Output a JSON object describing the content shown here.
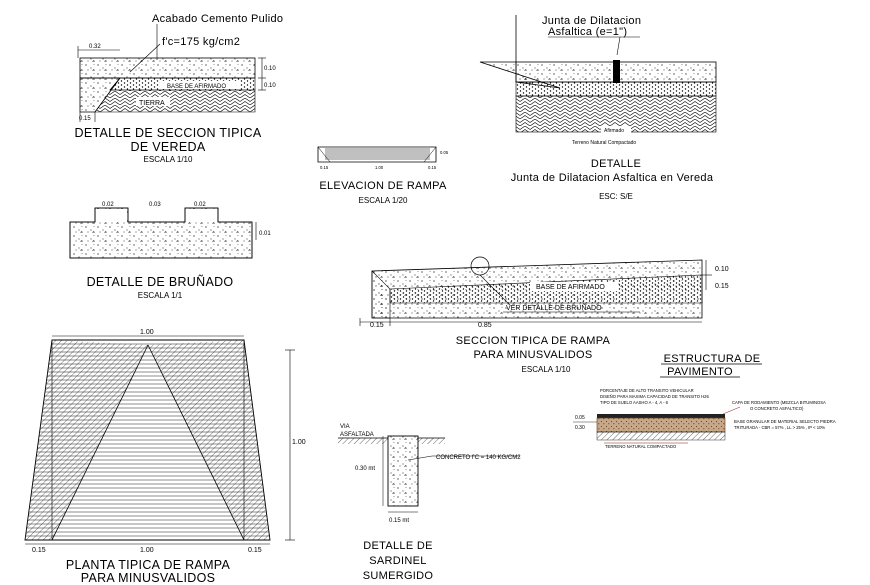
{
  "vereda": {
    "acabado": "Acabado Cemento Pulido",
    "concreto": "f'c=175 kg/cm2",
    "dim_top": "0.32",
    "dim_r1": "0.10",
    "dim_r2": "0.10",
    "dim_b": "0.15",
    "base": "BASE DE AFIRMADO",
    "tierra": "TIERRA",
    "title1": "DETALLE DE SECCION TIPICA",
    "title2": "DE VEREDA",
    "escala": "ESCALA 1/10"
  },
  "junta": {
    "label1": "Junta de Dilatacion",
    "label2": "Asfaltica (e=1\")",
    "afirmado": "Afirmado",
    "terreno": "Terreno Natural Compactado",
    "title1": "DETALLE",
    "title2": "Junta de Dilatacion Asfaltica en Vereda",
    "escala": "ESC: S/E"
  },
  "elevacion": {
    "d1": "0.15",
    "d2": "1.00",
    "d3": "0.15",
    "dh": "0.05",
    "title": "ELEVACION DE RAMPA",
    "escala": "ESCALA 1/20"
  },
  "brunado": {
    "d1": "0.02",
    "d2": "0.03",
    "d3": "0.02",
    "dr": "0.01",
    "title": "DETALLE DE BRUÑADO",
    "escala": "ESCALA 1/1"
  },
  "rampa": {
    "d1": "0.10",
    "d2": "0.15",
    "db1": "0.15",
    "db2": "0.85",
    "base": "BASE DE AFIRMADO",
    "ver": "VER DETALLE DE BRUÑADO",
    "title1": "SECCION TIPICA DE RAMPA",
    "title2": "PARA MINUSVALIDOS",
    "escala": "ESCALA 1/10"
  },
  "planta": {
    "top": "1.00",
    "side": "1.00",
    "b1": "0.15",
    "b2": "1.00",
    "b3": "0.15",
    "title1": "PLANTA TIPICA DE RAMPA",
    "title2": "PARA MINUSVALIDOS"
  },
  "sardinel": {
    "via1": "VIA",
    "via2": "ASFALTADA",
    "concreto": "CONCRETO f'C = 140 KG/CM2",
    "h": "0.30 mt",
    "w": "0.15 mt",
    "title1": "DETALLE DE",
    "title2": "SARDINEL",
    "title3": "SUMERGIDO"
  },
  "pavimento": {
    "title1": "ESTRUCTURA DE",
    "title2": "PAVIMENTO",
    "n1": "PORCENTAJE DE ALTO TRANSITO VEHICULAR",
    "n2": "DISEÑO PARA MAXIMA CAPACIDAD DE TRANSITO H26",
    "n3": "TIPO DE SUELO AASHO A - 4, A - 6",
    "capa1": "CAPA DE RODAMIENTO (MEZCLA BITUMINOSA",
    "capa2": "O CONCRETO ASFALTICO)",
    "base1": "BASE GRANULAR DE MATERIAL SELECTO PIEDRA",
    "base2": "TRITURADA - CBR = 57% , LL > 25% , IP < 10%",
    "terreno": "TERRENO NATURAL COMPACTADO",
    "d1": "0.05",
    "d2": "0.30"
  }
}
